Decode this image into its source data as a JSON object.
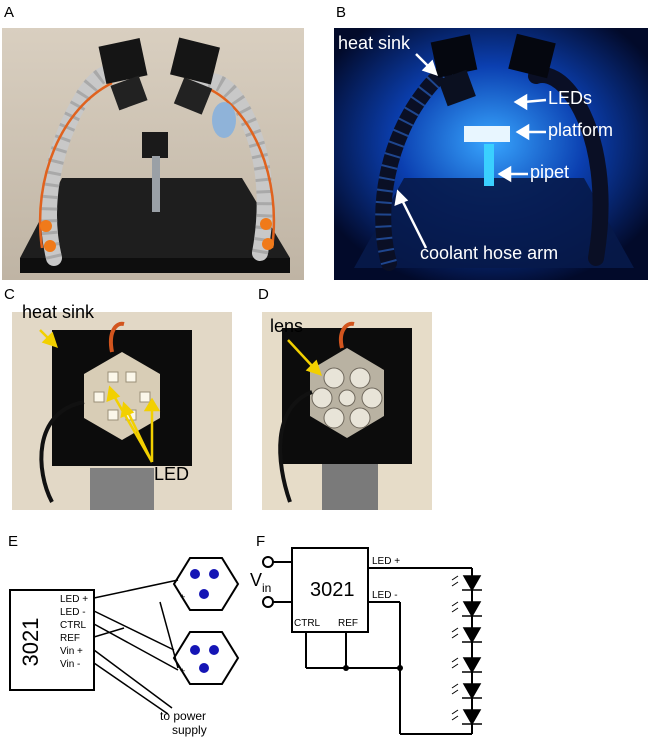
{
  "panels": {
    "A": {
      "letter": "A"
    },
    "B": {
      "letter": "B",
      "labels": [
        "heat sink",
        "LEDs",
        "platform",
        "pipet",
        "coolant hose arm"
      ]
    },
    "C": {
      "letter": "C",
      "labels": [
        "heat sink",
        "LED"
      ]
    },
    "D": {
      "letter": "D",
      "labels": [
        "lens"
      ]
    },
    "E": {
      "letter": "E",
      "chip": "3021",
      "pins": [
        "LED +",
        "LED -",
        "CTRL",
        "REF",
        "Vin +",
        "Vin -"
      ],
      "supply_label_1": "to power",
      "supply_label_2": "supply",
      "polarity_plus": "+",
      "polarity_minus": "-"
    },
    "F": {
      "letter": "F",
      "chip": "3021",
      "vin_main": "V",
      "vin_sub": "in",
      "led_plus": "LED +",
      "led_minus": "LED -",
      "ctrl": "CTRL",
      "ref": "REF"
    }
  },
  "colors": {
    "annotation_yellow": "#f2d000",
    "blue_glow": "#1a6cff",
    "led_dot_blue": "#1515b5"
  }
}
